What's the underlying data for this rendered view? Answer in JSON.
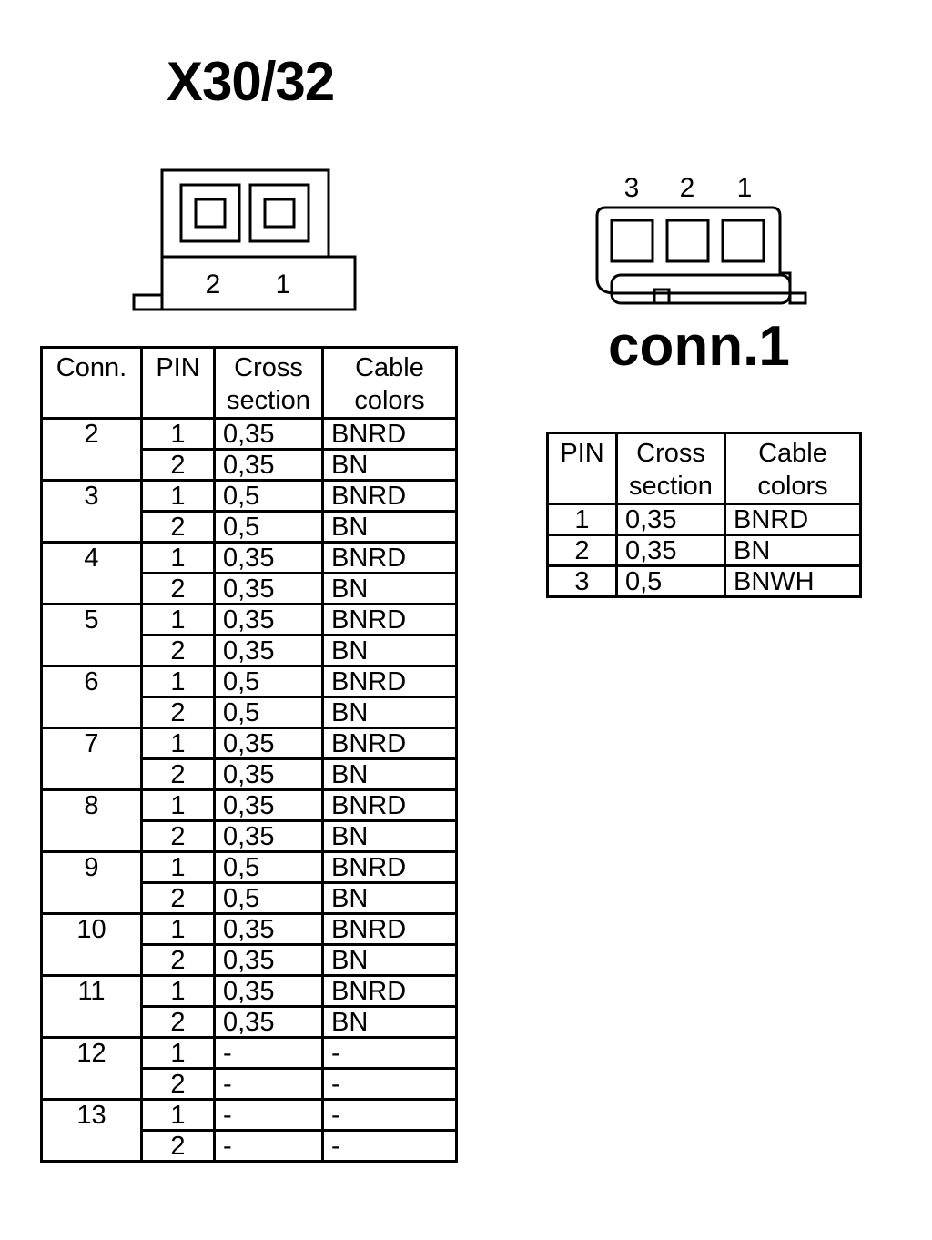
{
  "connector_x30": {
    "title": "X30/32",
    "pin_labels": [
      "2",
      "1"
    ]
  },
  "connector_conn1": {
    "title": "conn.1",
    "pin_labels": [
      "3",
      "2",
      "1"
    ]
  },
  "main_table": {
    "headers": {
      "conn": "Conn.",
      "pin": "PIN",
      "cross_line1": "Cross",
      "cross_line2": "section",
      "colors_line1": "Cable",
      "colors_line2": "colors"
    },
    "groups": [
      {
        "conn": "2",
        "rows": [
          {
            "pin": "1",
            "cross": "0,35",
            "color": "BNRD"
          },
          {
            "pin": "2",
            "cross": "0,35",
            "color": "BN"
          }
        ]
      },
      {
        "conn": "3",
        "rows": [
          {
            "pin": "1",
            "cross": "0,5",
            "color": "BNRD"
          },
          {
            "pin": "2",
            "cross": "0,5",
            "color": "BN"
          }
        ]
      },
      {
        "conn": "4",
        "rows": [
          {
            "pin": "1",
            "cross": "0,35",
            "color": "BNRD"
          },
          {
            "pin": "2",
            "cross": "0,35",
            "color": "BN"
          }
        ]
      },
      {
        "conn": "5",
        "rows": [
          {
            "pin": "1",
            "cross": "0,35",
            "color": "BNRD"
          },
          {
            "pin": "2",
            "cross": "0,35",
            "color": "BN"
          }
        ]
      },
      {
        "conn": "6",
        "rows": [
          {
            "pin": "1",
            "cross": "0,5",
            "color": "BNRD"
          },
          {
            "pin": "2",
            "cross": "0,5",
            "color": "BN"
          }
        ]
      },
      {
        "conn": "7",
        "rows": [
          {
            "pin": "1",
            "cross": "0,35",
            "color": "BNRD"
          },
          {
            "pin": "2",
            "cross": "0,35",
            "color": "BN"
          }
        ]
      },
      {
        "conn": "8",
        "rows": [
          {
            "pin": "1",
            "cross": "0,35",
            "color": "BNRD"
          },
          {
            "pin": "2",
            "cross": "0,35",
            "color": "BN"
          }
        ]
      },
      {
        "conn": "9",
        "rows": [
          {
            "pin": "1",
            "cross": "0,5",
            "color": "BNRD"
          },
          {
            "pin": "2",
            "cross": "0,5",
            "color": "BN"
          }
        ]
      },
      {
        "conn": "10",
        "rows": [
          {
            "pin": "1",
            "cross": "0,35",
            "color": "BNRD"
          },
          {
            "pin": "2",
            "cross": "0,35",
            "color": "BN"
          }
        ]
      },
      {
        "conn": "11",
        "rows": [
          {
            "pin": "1",
            "cross": "0,35",
            "color": "BNRD"
          },
          {
            "pin": "2",
            "cross": "0,35",
            "color": "BN"
          }
        ]
      },
      {
        "conn": "12",
        "rows": [
          {
            "pin": "1",
            "cross": "-",
            "color": "-"
          },
          {
            "pin": "2",
            "cross": "-",
            "color": "-"
          }
        ]
      },
      {
        "conn": "13",
        "rows": [
          {
            "pin": "1",
            "cross": "-",
            "color": "-"
          },
          {
            "pin": "2",
            "cross": "-",
            "color": "-"
          }
        ]
      }
    ]
  },
  "conn1_table": {
    "headers": {
      "pin": "PIN",
      "cross_line1": "Cross",
      "cross_line2": "section",
      "colors_line1": "Cable",
      "colors_line2": "colors"
    },
    "rows": [
      {
        "pin": "1",
        "cross": "0,35",
        "color": "BNRD"
      },
      {
        "pin": "2",
        "cross": "0,35",
        "color": "BN"
      },
      {
        "pin": "3",
        "cross": "0,5",
        "color": "BNWH"
      }
    ]
  }
}
